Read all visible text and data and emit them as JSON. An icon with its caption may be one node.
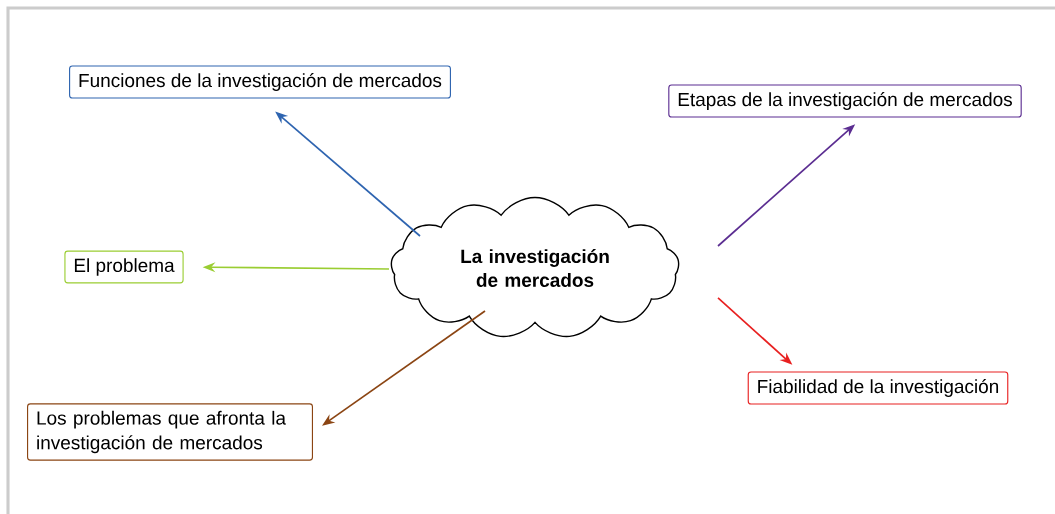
{
  "diagram": {
    "nodes": [
      {
        "text": [
          "La investigación de mercados"
        ]
      },
      {
        "text": [
          "Funciones de la investigación de mercados"
        ]
      },
      {
        "text": [
          "Etapas de la investigación de mercados"
        ]
      },
      {
        "text": [
          "El problema"
        ]
      },
      {
        "text": [
          "Fiabilidad de la investigación"
        ]
      },
      {
        "text": [
          "Los problemas que afronta la investigación de mercados"
        ]
      }
    ],
    "edges": [
      {
        "from": 0,
        "to": 1,
        "arrow": "to",
        "color": "#2e64b0"
      },
      {
        "from": 0,
        "to": 2,
        "arrow": "to",
        "color": "#5b2d91"
      },
      {
        "from": 0,
        "to": 3,
        "arrow": "to",
        "color": "#9acd32"
      },
      {
        "from": 0,
        "to": 4,
        "arrow": "to",
        "color": "#e82020"
      },
      {
        "from": 0,
        "to": 5,
        "arrow": "to",
        "color": "#8b4513"
      }
    ]
  }
}
